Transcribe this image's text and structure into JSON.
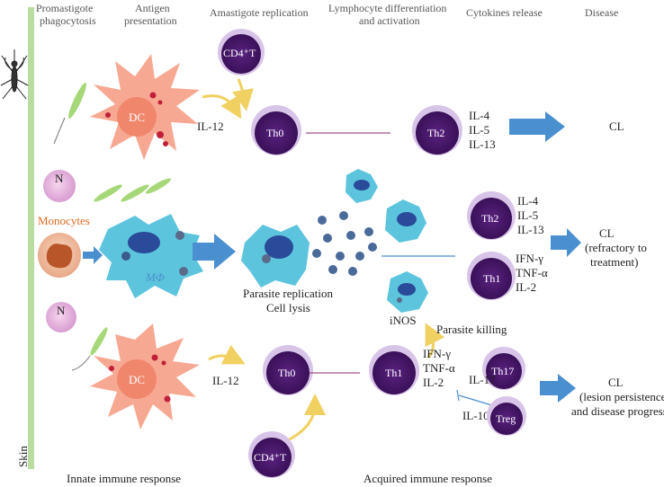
{
  "headers": {
    "h1": [
      "Promastigote",
      "phagocytosis"
    ],
    "h2": [
      "Antigen",
      "presentation"
    ],
    "h3": "Amastigote replication",
    "h4": [
      "Lymphocyte differentiation",
      "and activation"
    ],
    "h5": "Cytokines release",
    "h6": "Disease"
  },
  "left": {
    "skin": "Skin",
    "neutrophil": "N",
    "monocytes": "Monocytes",
    "macrophage": "MΦ",
    "dc": "DC"
  },
  "top_row": {
    "cd4": "CD4⁺T",
    "il12": "IL-12",
    "th0": "Th0",
    "th2": "Th2",
    "cytokines": [
      "IL-4",
      "IL-5",
      "IL-13"
    ],
    "disease": "CL"
  },
  "middle_row": {
    "parasite": [
      "Parasite replication",
      "Cell lysis"
    ],
    "th2": "Th2",
    "th2_cytokines": [
      "IL-4",
      "IL-5",
      "IL-13"
    ],
    "th1": "Th1",
    "th1_cytokines": [
      "IFN-γ",
      "TNF-α",
      "IL-2"
    ],
    "disease": [
      "CL",
      "(refractory to",
      "treatment)"
    ]
  },
  "bottom_row": {
    "inos": "iNOS",
    "killing": "Parasite killing",
    "il12": "IL-12",
    "th0": "Th0",
    "th1": "Th1",
    "th1_cytokines": [
      "IFN-γ",
      "TNF-α",
      "IL-2"
    ],
    "th17": "Th17",
    "il17": "IL-17",
    "il10": "IL-10",
    "treg": "Treg",
    "cd4": "CD4⁺T",
    "disease": [
      "CL",
      "(lesion persistence",
      "and disease progress)"
    ]
  },
  "footer": {
    "innate": "Innate immune response",
    "acquired": "Acquired immune response"
  },
  "colors": {
    "arrow": "#4a90d0",
    "th_cell": "#4b1a6e",
    "dc": "#f08a70",
    "macrophage": "#5cc4dc",
    "skin_bar": "#b9dca0"
  }
}
